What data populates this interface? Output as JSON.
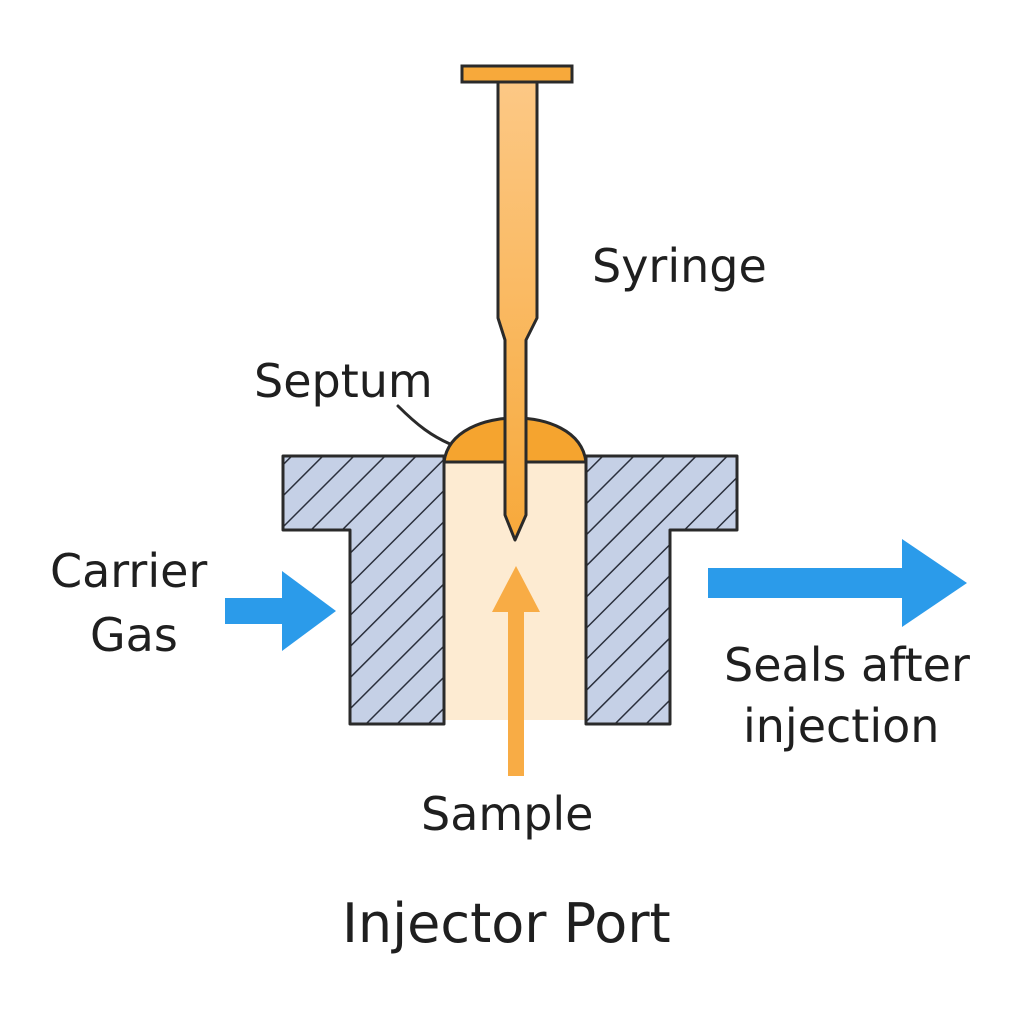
{
  "labels": {
    "syringe": "Syringe",
    "septum": "Septum",
    "carrier_gas_line1": "Carrier",
    "carrier_gas_line2": "Gas",
    "outlet_line1": "Seals after",
    "outlet_line2": "injection",
    "sample": "Sample",
    "caption": "Injector Port"
  },
  "colors": {
    "syringe_orange": "#f7a93b",
    "syringe_light": "#fcc885",
    "septum_orange": "#f5a42f",
    "housing_fill": "#c5d0e6",
    "hatch_line": "#2a2f3c",
    "chamber_fill": "#fdebd2",
    "gas_arrow_blue": "#2b9bea",
    "sample_arrow_orange": "#f8ac45",
    "outline": "#2a2a2a",
    "text": "#1f1f1f"
  },
  "icons": {
    "syringe": "syringe-icon",
    "septum": "septum-icon",
    "carrier_gas_arrow": "arrow-right-icon",
    "outlet_arrow": "arrow-right-icon",
    "sample_arrow": "arrow-up-icon"
  }
}
